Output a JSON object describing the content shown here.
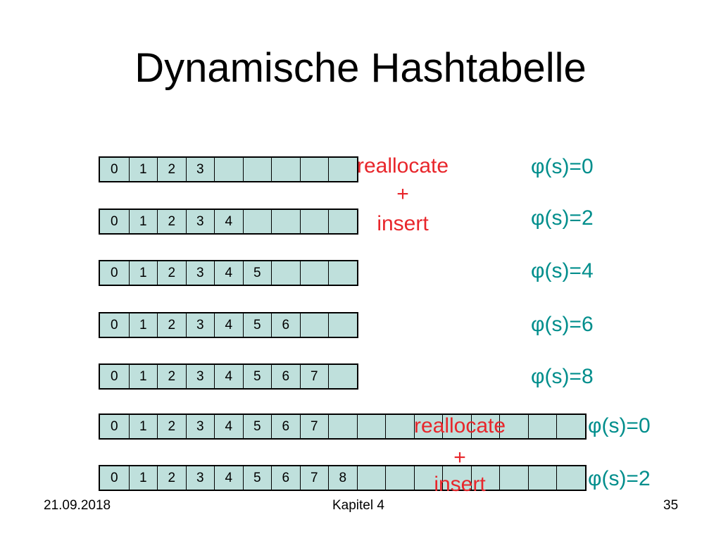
{
  "title": "Dynamische Hashtabelle",
  "rows": [
    {
      "cells": [
        "0",
        "1",
        "2",
        "3",
        "",
        "",
        "",
        "",
        ""
      ]
    },
    {
      "cells": [
        "0",
        "1",
        "2",
        "3",
        "4",
        "",
        "",
        "",
        ""
      ]
    },
    {
      "cells": [
        "0",
        "1",
        "2",
        "3",
        "4",
        "5",
        "",
        "",
        ""
      ]
    },
    {
      "cells": [
        "0",
        "1",
        "2",
        "3",
        "4",
        "5",
        "6",
        "",
        ""
      ]
    },
    {
      "cells": [
        "0",
        "1",
        "2",
        "3",
        "4",
        "5",
        "6",
        "7",
        ""
      ]
    },
    {
      "cells": [
        "0",
        "1",
        "2",
        "3",
        "4",
        "5",
        "6",
        "7",
        "",
        "",
        "",
        "",
        "",
        "",
        "",
        "",
        ""
      ]
    },
    {
      "cells": [
        "0",
        "1",
        "2",
        "3",
        "4",
        "5",
        "6",
        "7",
        "8",
        "",
        "",
        "",
        "",
        "",
        "",
        "",
        ""
      ]
    }
  ],
  "annotations": {
    "reallocate_top": "reallocate",
    "plus_top": "+",
    "insert_top": "insert",
    "reallocate_bottom": "reallocate",
    "plus_bottom": "+",
    "insert_bottom": "insert"
  },
  "potentials": [
    "φ(s)=0",
    "φ(s)=2",
    "φ(s)=4",
    "φ(s)=6",
    "φ(s)=8",
    "φ(s)=0",
    "φ(s)=2"
  ],
  "footer": {
    "date": "21.09.2018",
    "chapter": "Kapitel 4",
    "page": "35"
  }
}
